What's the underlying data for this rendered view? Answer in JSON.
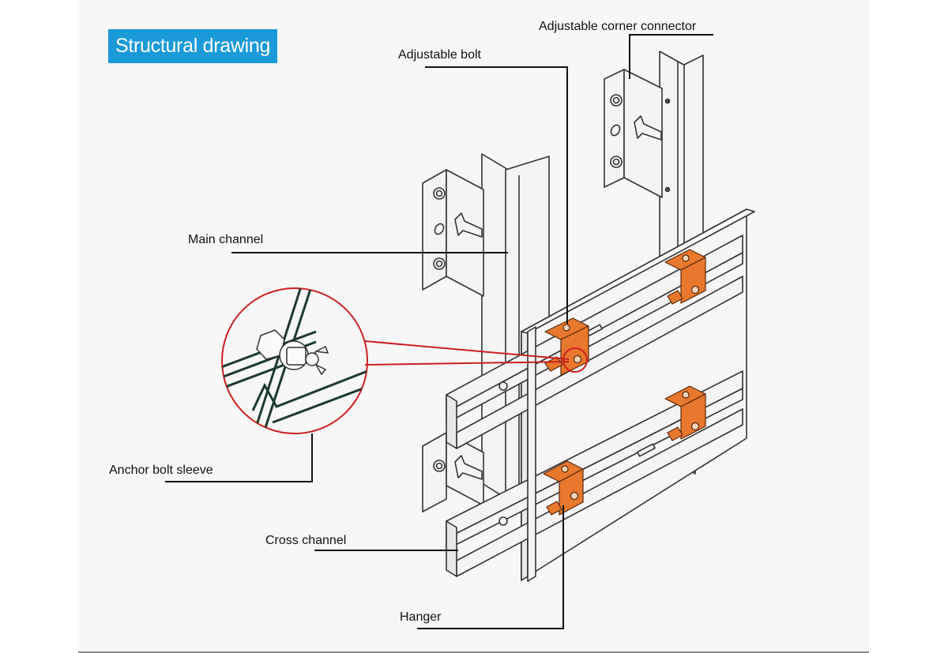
{
  "title": "Structural drawing",
  "colors": {
    "title_background": "#1a9ad9",
    "hanger_orange": "#e8782e",
    "callout_red": "#cc1f1f",
    "line_dark": "#222222"
  },
  "labels": {
    "adjustable_corner_connector": "Adjustable corner connector",
    "adjustable_bolt": "Adjustable bolt",
    "main_channel": "Main channel",
    "anchor_bolt_sleeve": "Anchor bolt sleeve",
    "cross_channel": "Cross channel",
    "hanger": "Hanger"
  }
}
